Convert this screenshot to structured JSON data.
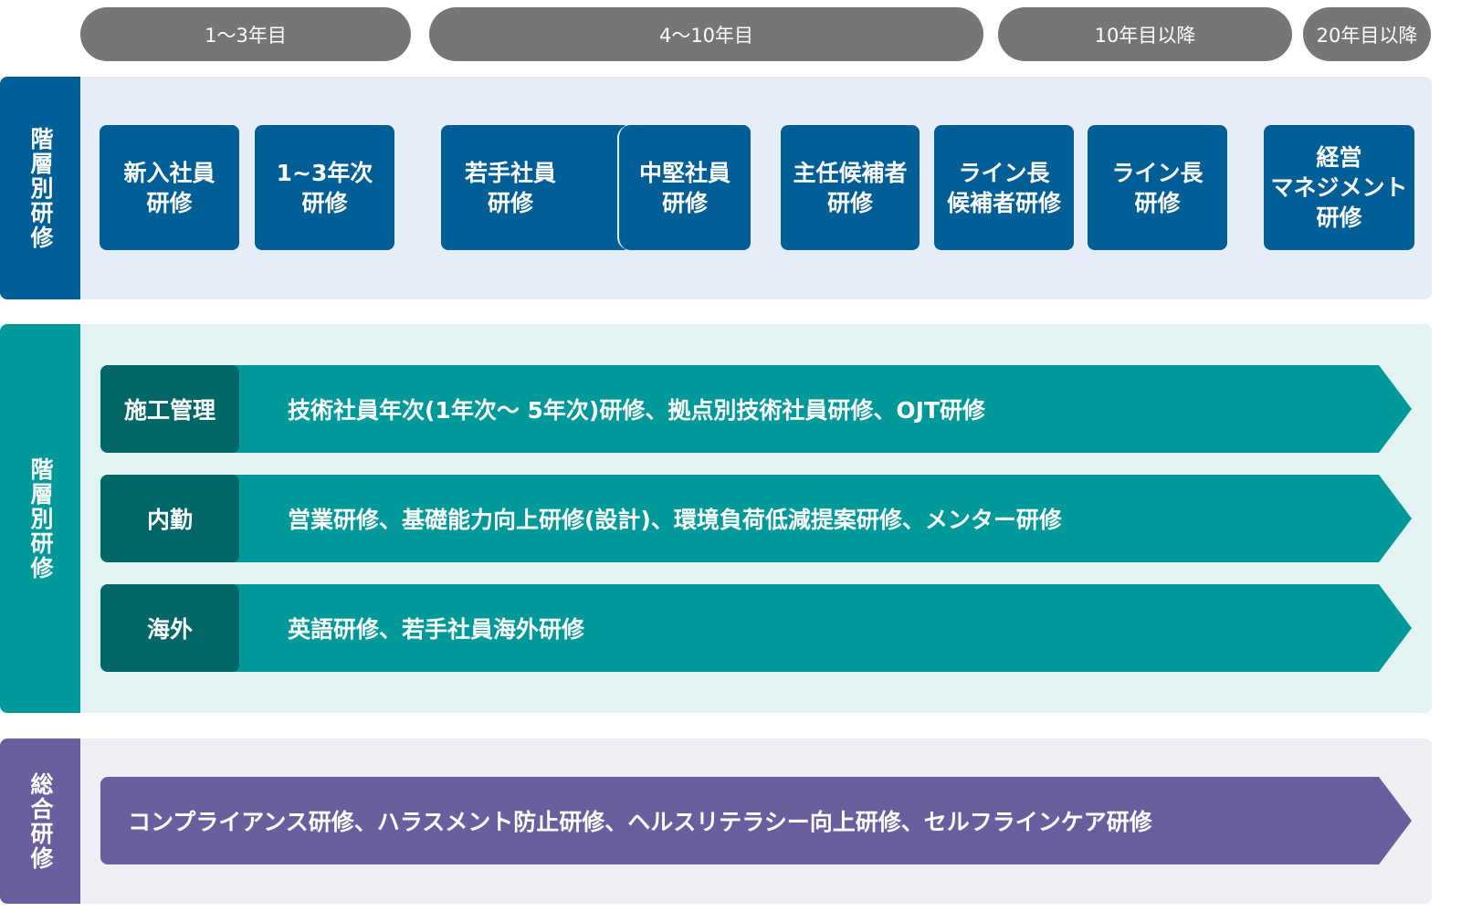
{
  "periods": [
    "1～3年目",
    "4～10年目",
    "10年目以降",
    "20年目以降"
  ],
  "section1": {
    "title": "階層別研修",
    "boxes": [
      "新入社員\n研修",
      "1~3年次\n研修",
      "若手社員\n研修",
      "中堅社員\n研修",
      "主任候補者\n研修",
      "ライン長\n候補者研修",
      "ライン長\n研修",
      "経営\nマネジメント\n研修"
    ]
  },
  "section2": {
    "title": "階層別研修",
    "rows": [
      {
        "label": "施工管理",
        "text": "技術社員年次(1年次～ 5年次)研修、拠点別技術社員研修、OJT研修"
      },
      {
        "label": "内勤",
        "text": "営業研修、基礎能力向上研修(設計)、環境負荷低減提案研修、メンター研修"
      },
      {
        "label": "海外",
        "text": "英語研修、若手社員海外研修"
      }
    ]
  },
  "section3": {
    "title": "総合研修",
    "text": "コンプライアンス研修、ハラスメント防止研修、ヘルスリテラシー向上研修、セルフラインケア研修"
  },
  "colors": {
    "blue": "#005e96",
    "teal": "#00999a",
    "dark_teal": "#006666",
    "purple": "#6a5e9e",
    "gray": "#767676"
  }
}
